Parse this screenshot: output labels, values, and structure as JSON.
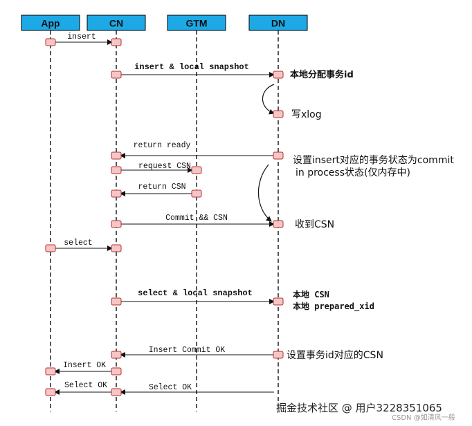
{
  "colors": {
    "header_fill": "#1ca9e6",
    "activation_fill": "#f6c6c6",
    "activation_stroke": "#b03030",
    "line": "#111111"
  },
  "participants": [
    "App",
    "CN",
    "GTM",
    "DN"
  ],
  "messages": [
    {
      "label": "insert",
      "from": "App",
      "to": "CN",
      "style": "mono"
    },
    {
      "label": "insert & local snapshot",
      "from": "CN",
      "to": "DN",
      "style": "mono-bold"
    },
    {
      "label": "return ready",
      "from": "DN",
      "to": "CN",
      "style": "mono"
    },
    {
      "label": "request CSN",
      "from": "CN",
      "to": "GTM",
      "style": "mono"
    },
    {
      "label": "return CSN",
      "from": "GTM",
      "to": "CN",
      "style": "mono"
    },
    {
      "label": "Commit && CSN",
      "from": "CN",
      "to": "DN",
      "style": "mono"
    },
    {
      "label": "select",
      "from": "App",
      "to": "CN",
      "style": "mono"
    },
    {
      "label": "select & local snapshot",
      "from": "CN",
      "to": "DN",
      "style": "mono-bold"
    },
    {
      "label": "Insert Commit OK",
      "from": "DN",
      "to": "CN",
      "style": "mono"
    },
    {
      "label": "Insert OK",
      "from": "CN",
      "to": "App",
      "style": "mono"
    },
    {
      "label": "Select OK",
      "from": "CN",
      "to": "App",
      "style": "mono"
    },
    {
      "label": "Select OK",
      "from": "DN",
      "to": "CN",
      "style": "mono"
    }
  ],
  "notes": {
    "assign_txid": "本地分配事务id",
    "write_xlog": "写xlog",
    "set_state_line1": "设置insert对应的事务状态为commit",
    "set_state_line2": "in process状态(仅内存中)",
    "received_csn": "收到CSN",
    "local_csn": "本地 CSN",
    "local_prepared_xid": "本地 prepared_xid",
    "set_txid_csn": "设置事务id对应的CSN"
  },
  "watermark": {
    "main": "掘金技术社区 @ 用户3228351065",
    "sub": "CSDN @如清风一般"
  }
}
